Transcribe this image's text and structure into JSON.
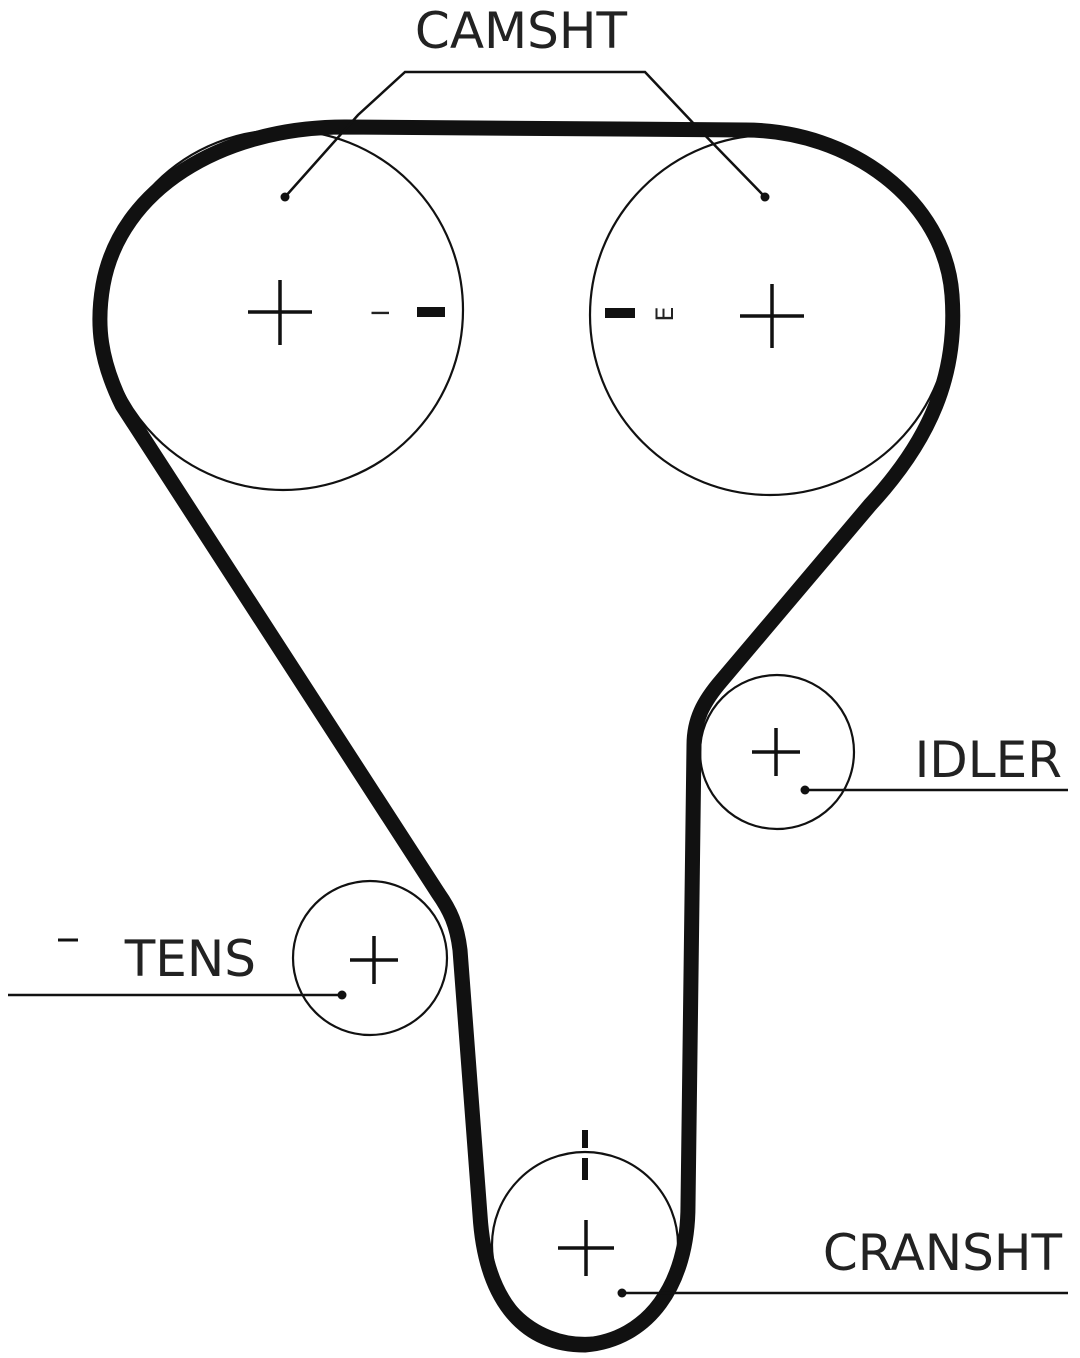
{
  "diagram": {
    "labels": {
      "camshaft": "CAMSHT",
      "idler": "IDLER",
      "tensioner": "TENS",
      "crankshaft": "CRANSHT"
    },
    "timing_marks": {
      "left_cam": "I",
      "right_cam": "E"
    },
    "colors": {
      "line": "#111111",
      "background": "#ffffff"
    }
  }
}
